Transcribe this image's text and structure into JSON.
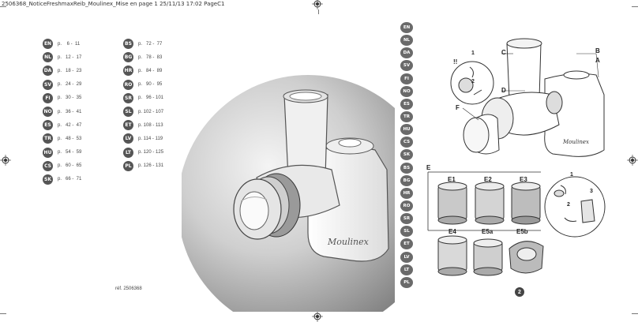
{
  "header": {
    "text": "2506368_NoticeFreshmaxReib_Moulinex_Mise en page 1  25/11/13  17:02  PageC1"
  },
  "languages_left": [
    {
      "code": "EN",
      "pages": "p.    6 -  11"
    },
    {
      "code": "NL",
      "pages": "p.   12 -  17"
    },
    {
      "code": "DA",
      "pages": "p.   18 -  23"
    },
    {
      "code": "SV",
      "pages": "p.   24 -  29"
    },
    {
      "code": "FI",
      "pages": "p.   30 -  35"
    },
    {
      "code": "NO",
      "pages": "p.   36 -  41"
    },
    {
      "code": "ES",
      "pages": "p.   42 -  47"
    },
    {
      "code": "TR",
      "pages": "p.   48 -  53"
    },
    {
      "code": "HU",
      "pages": "p.   54 -  59"
    },
    {
      "code": "CS",
      "pages": "p.   60 -  65"
    },
    {
      "code": "SK",
      "pages": "p.   66 -  71"
    }
  ],
  "languages_right": [
    {
      "code": "BS",
      "pages": "p.   72 -  77"
    },
    {
      "code": "BG",
      "pages": "p.   78 -  83"
    },
    {
      "code": "HR",
      "pages": "p.   84 -  89"
    },
    {
      "code": "RO",
      "pages": "p.   90 -  95"
    },
    {
      "code": "SR",
      "pages": "p.   96 - 101"
    },
    {
      "code": "SL",
      "pages": "p. 102 - 107"
    },
    {
      "code": "ET",
      "pages": "p. 108 - 113"
    },
    {
      "code": "LV",
      "pages": "p. 114 - 119"
    },
    {
      "code": "LT",
      "pages": "p. 120 - 125"
    },
    {
      "code": "PL",
      "pages": "p. 126 - 131"
    }
  ],
  "reference": "réf. 2506368",
  "spine_tabs": [
    "EN",
    "NL",
    "DA",
    "SV",
    "FI",
    "NO",
    "ES",
    "TR",
    "HU",
    "CS",
    "SK",
    "BS",
    "BG",
    "HR",
    "RO",
    "SR",
    "SL",
    "ET",
    "LV",
    "LT",
    "PL"
  ],
  "diagram_labels": {
    "a": "A",
    "b": "B",
    "c": "C",
    "d": "D",
    "e": "E",
    "f": "F",
    "e1": "E1",
    "e2": "E2",
    "e3": "E3",
    "e4": "E4",
    "e5a": "E5a",
    "e5b": "E5b",
    "warning": "!!",
    "step1": "1",
    "step2": "2",
    "step3": "3"
  },
  "brand": "Moulinex",
  "page_number": "2",
  "colors": {
    "badge": "#555555",
    "spine": "#6a6a6a",
    "sphere": "#8c8c8c"
  }
}
